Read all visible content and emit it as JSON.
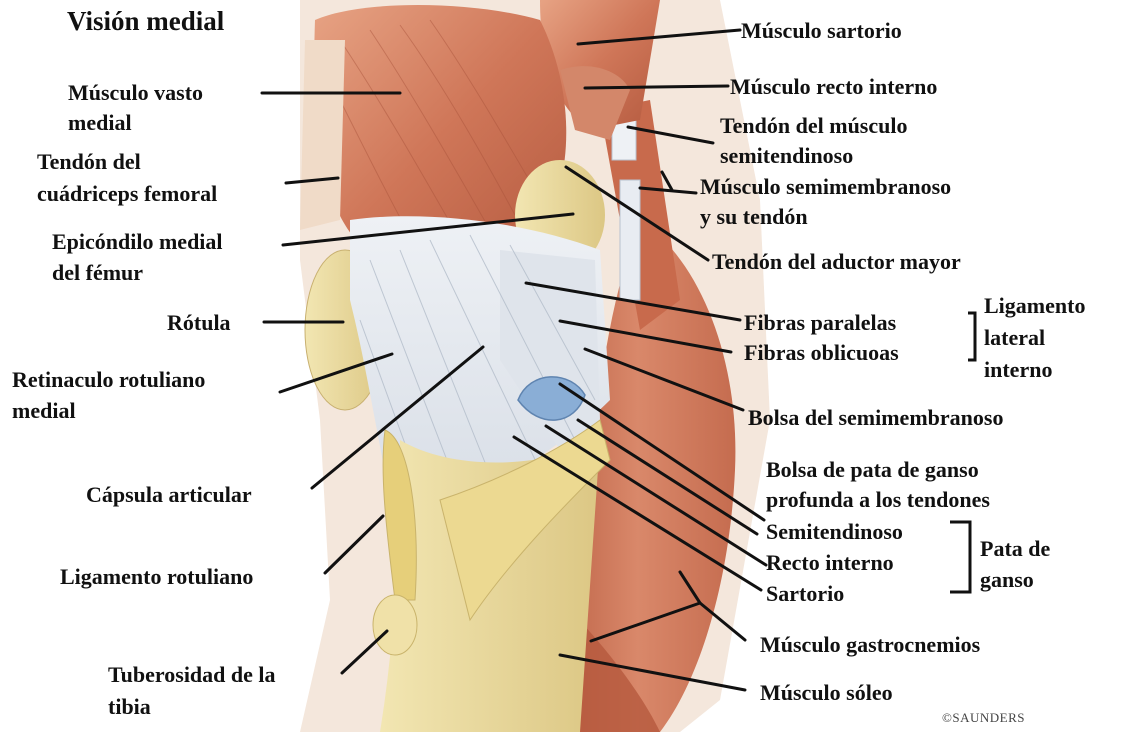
{
  "title": "Visión medial",
  "labels": {
    "sartorio": "Músculo sartorio",
    "recto_interno": "Músculo recto interno",
    "tendon_semitendinoso_1": "Tendón del músculo",
    "tendon_semitendinoso_2": "semitendinoso",
    "semimembranoso_1": "Músculo semimembranoso",
    "semimembranoso_2": "y su tendón",
    "aductor_mayor": "Tendón del aductor mayor",
    "fibras_paralelas": "Fibras paralelas",
    "fibras_oblicuas": "Fibras oblicuoas",
    "ligamento_1": "Ligamento",
    "ligamento_2": "lateral",
    "ligamento_3": "interno",
    "bolsa_semimembranoso": "Bolsa del semimembranoso",
    "bolsa_pata_1": "Bolsa de pata de ganso",
    "bolsa_pata_2": "profunda a los tendones",
    "semitendinoso": "Semitendinoso",
    "recto_interno_short": "Recto interno",
    "sartorio_short": "Sartorio",
    "pata_1": "Pata de",
    "pata_2": "ganso",
    "gastrocnemios": "Músculo gastrocnemios",
    "soleo": "Músculo sóleo",
    "vasto_1": "Músculo vasto",
    "vasto_2": "medial",
    "cuadriceps_1": "Tendón del",
    "cuadriceps_2": "cuádriceps femoral",
    "epicondilo_1": "Epicóndilo medial",
    "epicondilo_2": "del fémur",
    "rotula": "Rótula",
    "retinaculo_1": "Retinaculo rotuliano",
    "retinaculo_2": "medial",
    "capsula": "Cápsula articular",
    "ligamento_rotuliano": "Ligamento rotuliano",
    "tuberosidad_1": "Tuberosidad de la",
    "tuberosidad_2": "tibia"
  },
  "credit": "©SAUNDERS",
  "colors": {
    "muscle": "#cf7a5a",
    "muscle_dark": "#a84f35",
    "muscle_light": "#e3a07f",
    "ligament": "#e4e8ee",
    "bone": "#eedd9a",
    "bursa": "#8aaed6",
    "leader": "#111111"
  }
}
